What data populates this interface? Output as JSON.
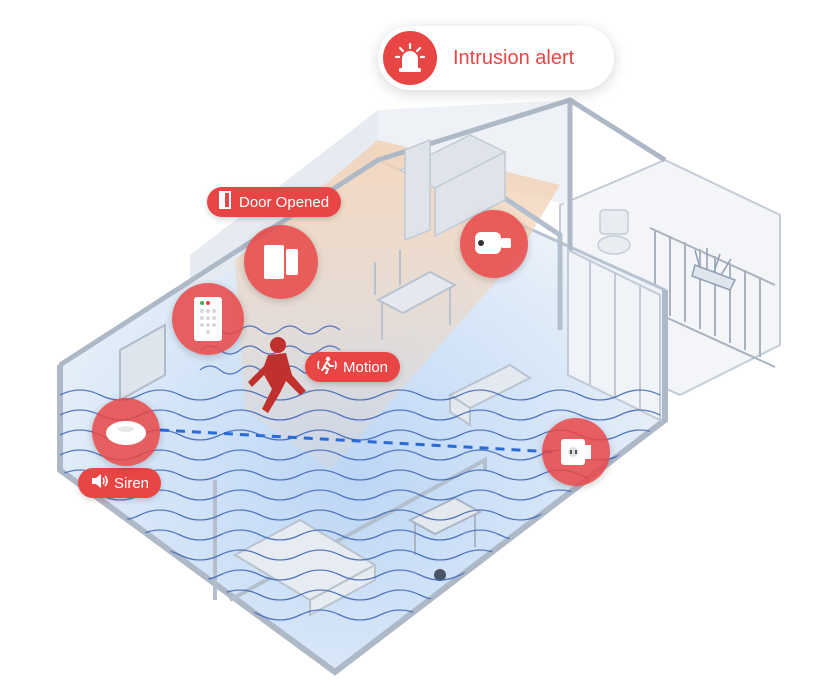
{
  "alert": {
    "label": "Intrusion alert",
    "icon": "siren-icon"
  },
  "labels": {
    "door": {
      "text": "Door Opened",
      "icon": "door-icon"
    },
    "motion": {
      "text": "Motion",
      "icon": "motion-icon"
    },
    "siren": {
      "text": "Siren",
      "icon": "speaker-icon"
    }
  },
  "devices": [
    "door-sensor",
    "keypad",
    "camera",
    "siren-hub",
    "smart-plug"
  ],
  "colors": {
    "accent": "#e84545",
    "wave": "#3b63b8",
    "floor": "#dbe8f7",
    "wall": "#c9d2de",
    "highlight": "#f5dcc8",
    "link": "#2a6bd6"
  }
}
